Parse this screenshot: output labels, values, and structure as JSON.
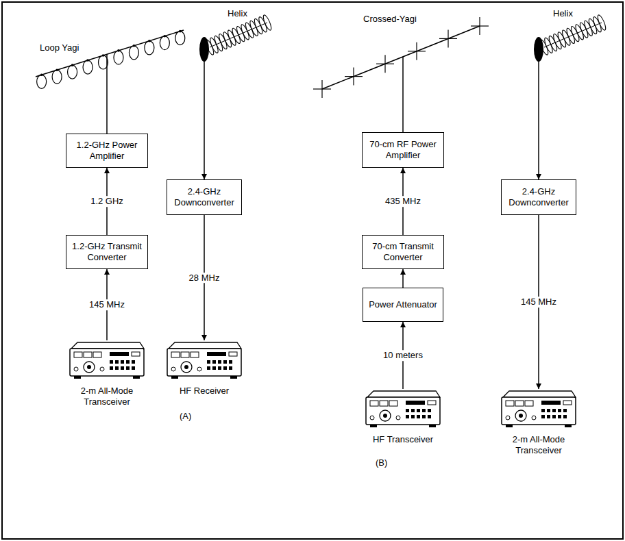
{
  "diagram": {
    "nodes": [
      {
        "text": [
          "Loop Yagi"
        ]
      },
      {
        "text": [
          "Helix"
        ]
      },
      {
        "text": [
          "1.2-GHz Power Amplifier"
        ]
      },
      {
        "text": [
          "2.4-GHz Downconverter"
        ]
      },
      {
        "text": [
          "1.2-GHz Transmit Converter"
        ]
      },
      {
        "text": [
          "2-m All-Mode Transceiver"
        ]
      },
      {
        "text": [
          "HF Receiver"
        ]
      },
      {
        "text": [
          "Crossed-Yagi"
        ]
      },
      {
        "text": [
          "Helix"
        ]
      },
      {
        "text": [
          "70-cm RF Power Amplifier"
        ]
      },
      {
        "text": [
          "2.4-GHz Downconverter"
        ]
      },
      {
        "text": [
          "70-cm Transmit Converter"
        ]
      },
      {
        "text": [
          "Power Attenuator"
        ]
      },
      {
        "text": [
          "HF Transceiver"
        ]
      },
      {
        "text": [
          "2-m All-Mode Transceiver"
        ]
      }
    ],
    "edges": [
      {
        "from": 5,
        "to": 4,
        "label": "145 MHz",
        "arrow": "to"
      },
      {
        "from": 4,
        "to": 2,
        "label": "1.2 GHz",
        "arrow": "to"
      },
      {
        "from": 2,
        "to": 0,
        "arrow": "none"
      },
      {
        "from": 1,
        "to": 3,
        "arrow": "to"
      },
      {
        "from": 3,
        "to": 6,
        "label": "28 MHz",
        "arrow": "to"
      },
      {
        "from": 13,
        "to": 12,
        "label": "10 meters",
        "arrow": "to"
      },
      {
        "from": 12,
        "to": 11,
        "arrow": "to"
      },
      {
        "from": 11,
        "to": 9,
        "label": "435 MHz",
        "arrow": "to"
      },
      {
        "from": 9,
        "to": 7,
        "arrow": "none"
      },
      {
        "from": 8,
        "to": 10,
        "arrow": "to"
      },
      {
        "from": 10,
        "to": 14,
        "label": "145 MHz",
        "arrow": "to"
      }
    ],
    "labels": [
      "(A)",
      "(B)"
    ]
  }
}
